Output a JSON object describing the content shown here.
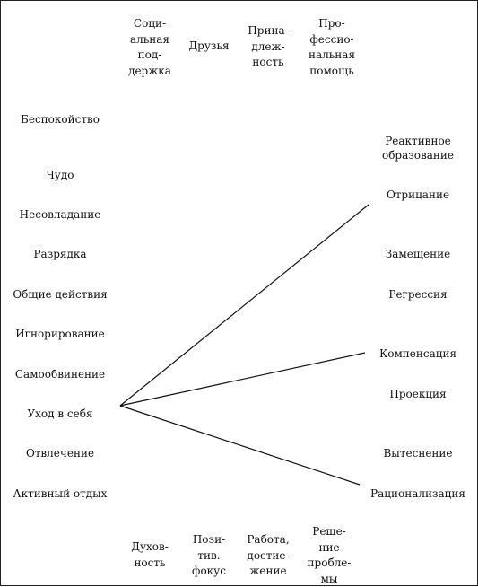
{
  "top_columns": [
    {
      "lines": [
        "Соци-",
        "альная",
        "под-",
        "держка"
      ]
    },
    {
      "lines": [
        "Друзья"
      ]
    },
    {
      "lines": [
        "Прина-",
        "длеж-",
        "ность"
      ]
    },
    {
      "lines": [
        "Про-",
        "фессио-",
        "нальная",
        "помощь"
      ]
    }
  ],
  "bottom_columns": [
    {
      "lines": [
        "Духов-",
        "ность"
      ]
    },
    {
      "lines": [
        "Пози-",
        "тив.",
        "фокус"
      ]
    },
    {
      "lines": [
        "Работа,",
        "достие-",
        "жение"
      ]
    },
    {
      "lines": [
        "Реше-",
        "ние",
        "пробле-",
        "мы"
      ]
    }
  ],
  "left_items": [
    "Беспокойство",
    "Чудо",
    "Несовладание",
    "Разрядка",
    "Общие действия",
    "Игнорирование",
    "Самообвинение",
    "Уход в себя",
    "Отвлечение",
    "Активный отдых"
  ],
  "right_items": [
    [
      "Реактивное",
      "образование"
    ],
    [
      "Отрицание"
    ],
    [
      "Замещение"
    ],
    [
      "Регрессия"
    ],
    [
      "Компенсация"
    ],
    [
      "Проекция"
    ],
    [
      "Вытеснение"
    ],
    [
      "Рационализация"
    ]
  ],
  "connections": [
    {
      "from": "Уход в себя",
      "to": "Отрицание"
    },
    {
      "from": "Уход в себя",
      "to": "Компенсация"
    },
    {
      "from": "Уход в себя",
      "to": "Рационализация"
    }
  ]
}
